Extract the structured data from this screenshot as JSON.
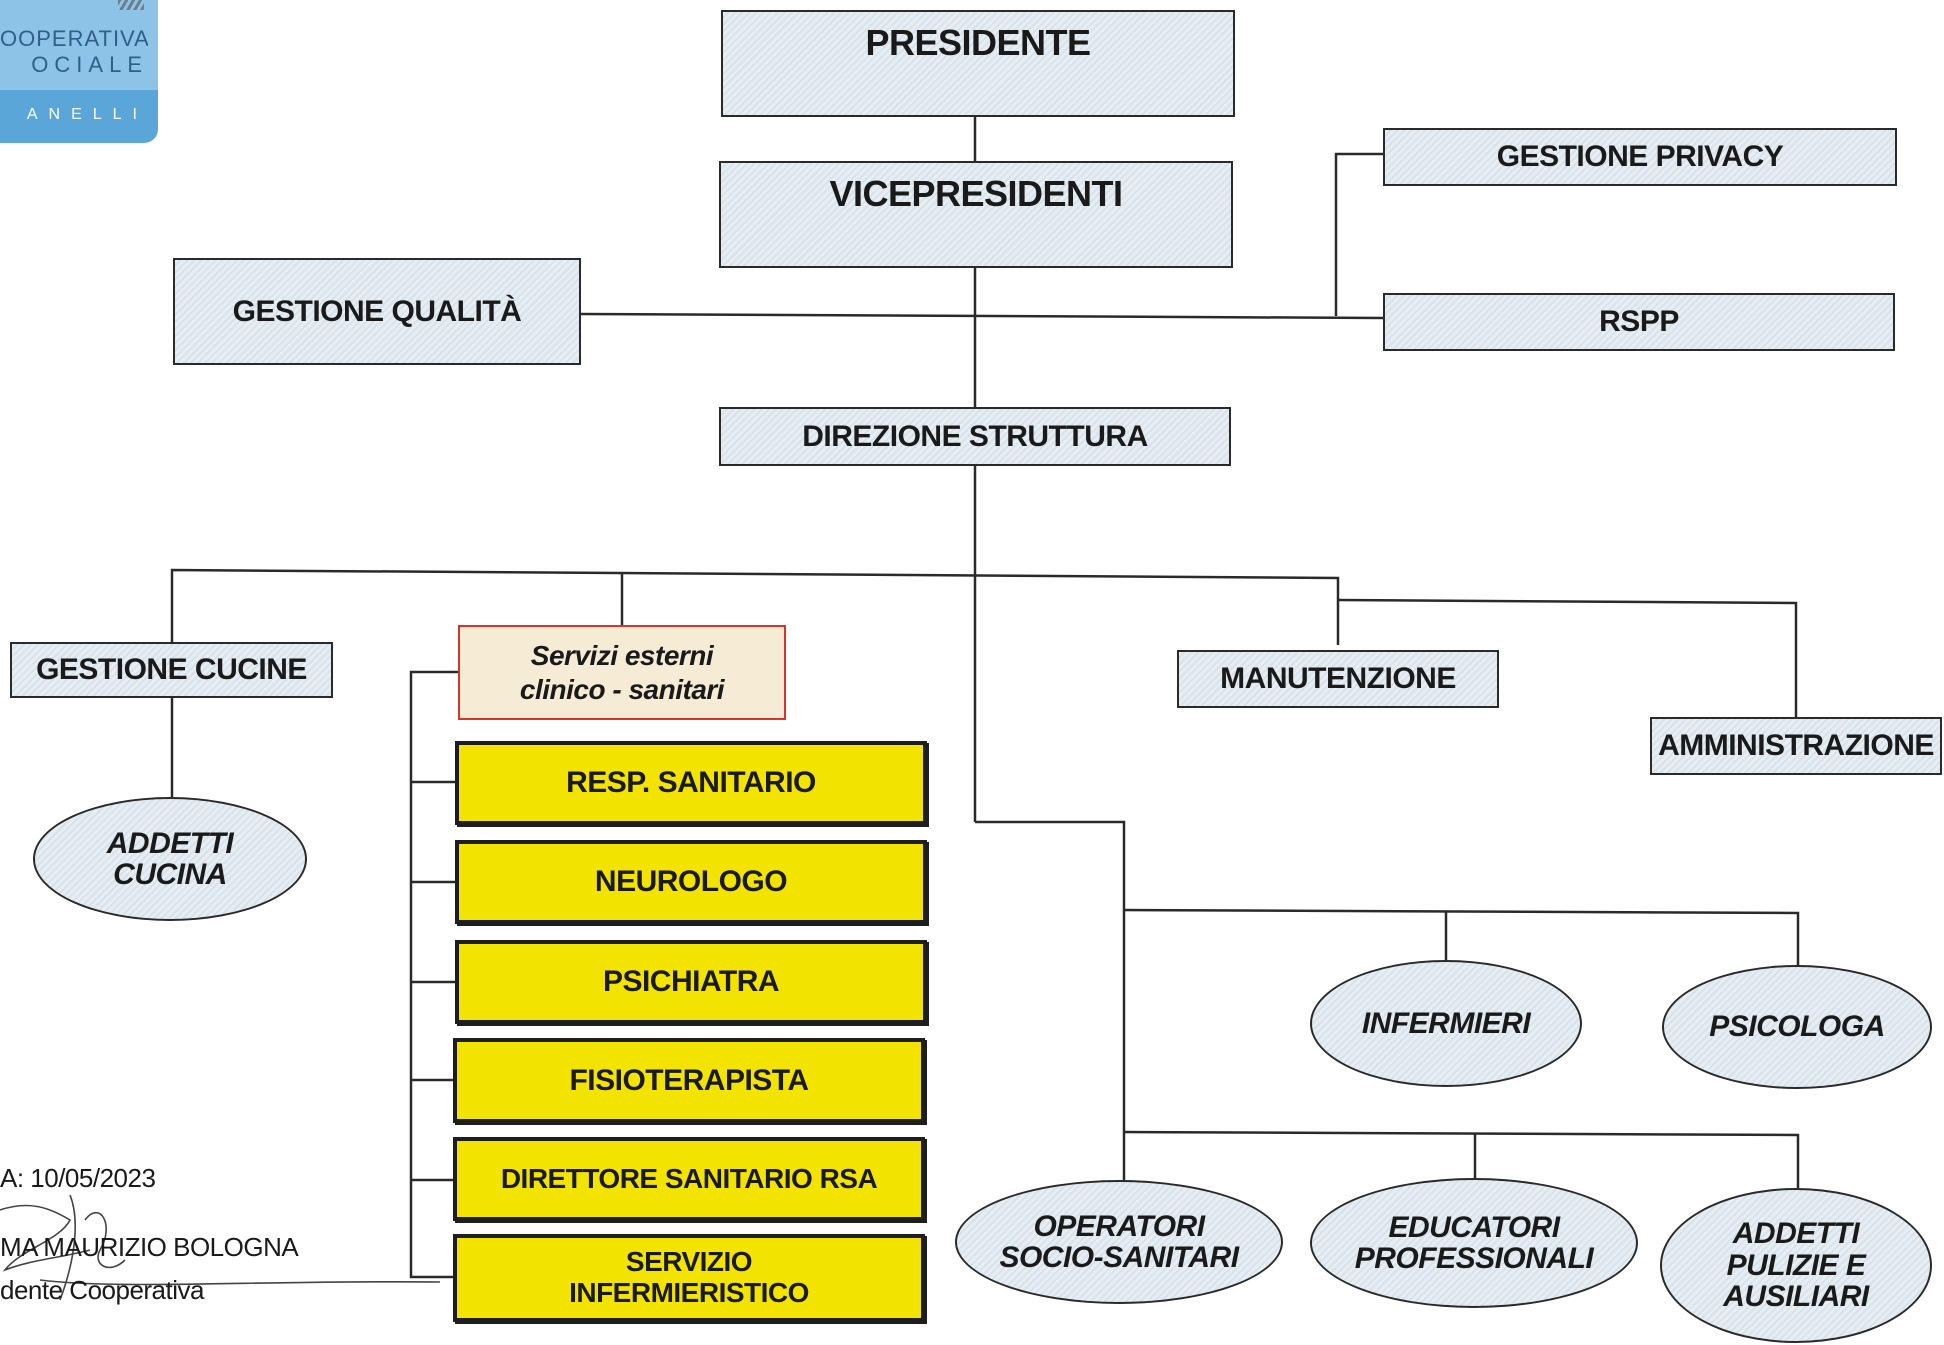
{
  "logo": {
    "line1": "OOPERATIVA",
    "line2": "OCIALE",
    "line3": "ANELLI"
  },
  "boxes": {
    "presidente": "PRESIDENTE",
    "vicepresidenti": "VICEPRESIDENTI",
    "gestione_privacy": "GESTIONE PRIVACY",
    "rspp": "RSPP",
    "gestione_qualita": "GESTIONE QUALITÀ",
    "direzione_struttura": "DIREZIONE STRUTTURA",
    "gestione_cucine": "GESTIONE CUCINE",
    "servizi_esterni": "Servizi esterni\nclinico - sanitari",
    "manutenzione": "MANUTENZIONE",
    "amministrazione": "AMMINISTRAZIONE",
    "resp_sanitario": "RESP. SANITARIO",
    "neurologo": "NEUROLOGO",
    "psichiatra": "PSICHIATRA",
    "fisioterapista": "FISIOTERAPISTA",
    "direttore_sanitario_rsa": "DIRETTORE SANITARIO RSA",
    "servizio_infermieristico": "SERVIZIO\nINFERMIERISTICO"
  },
  "ellipses": {
    "addetti_cucina": "ADDETTI\nCUCINA",
    "infermieri": "INFERMIERI",
    "psicologa": "PSICOLOGA",
    "operatori_socio_sanitari": "OPERATORI\nSOCIO-SANITARI",
    "educatori_professionali": "EDUCATORI\nPROFESSIONALI",
    "addetti_pulizie_ausiliari": "ADDETTI\nPULIZIE E\nAUSILIARI"
  },
  "footer": {
    "date": "A: 10/05/2023",
    "name": "MA MAURIZIO BOLOGNA",
    "role": "dente Cooperativa"
  },
  "colors": {
    "box_fill": "#e2eaf0",
    "highlight_yellow": "#f2e400",
    "pink_fill": "#f6ecd6",
    "pink_border": "#d8342c",
    "logo_blue": "#8cc3e6"
  }
}
